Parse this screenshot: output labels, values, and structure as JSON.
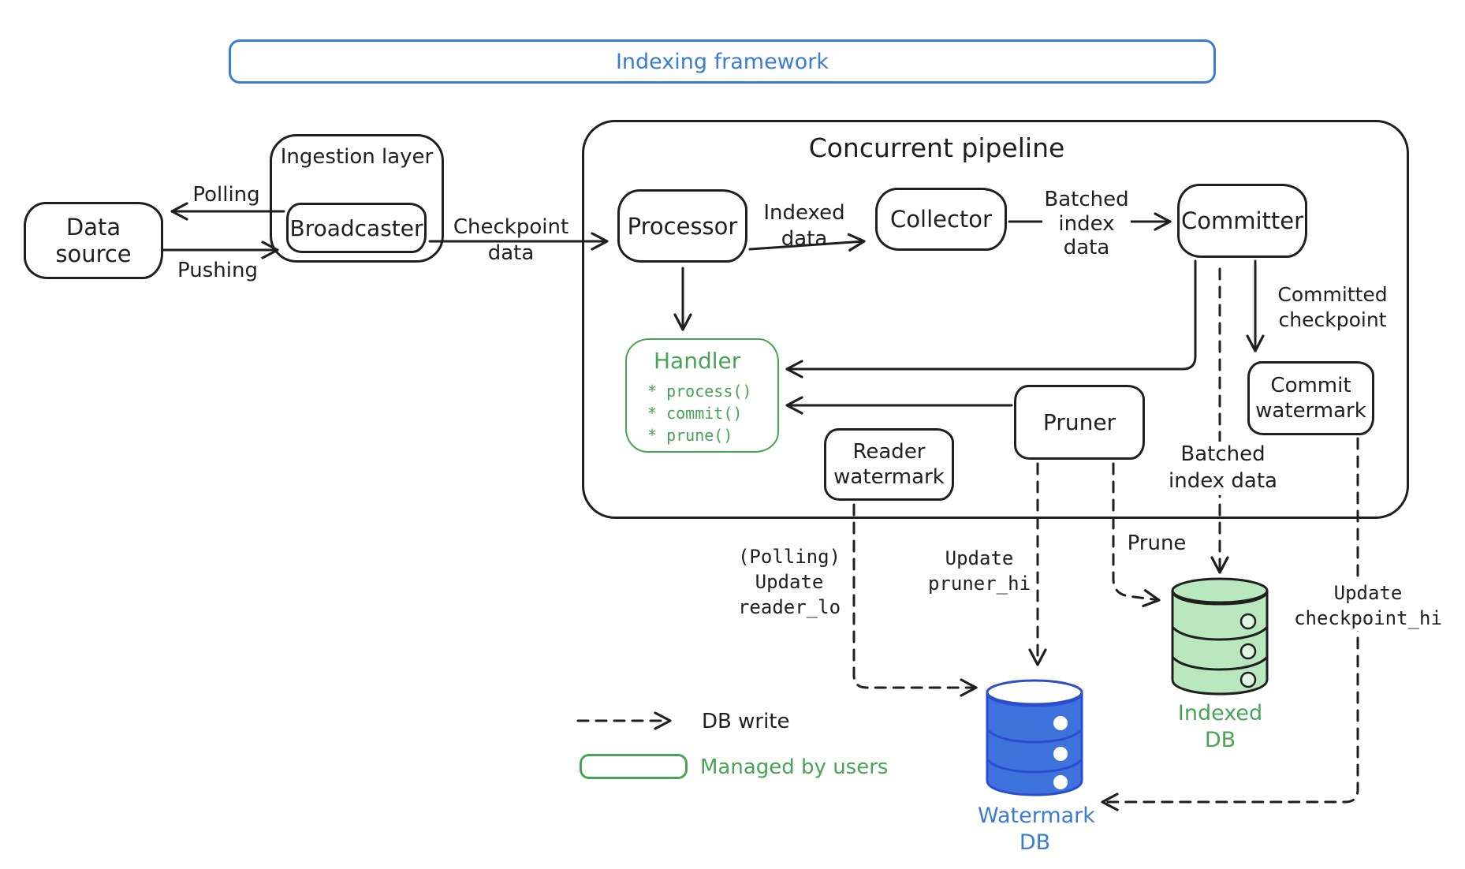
{
  "banner": {
    "label": "Indexing framework"
  },
  "containers": {
    "ingestion_layer": "Ingestion layer",
    "concurrent_pipeline": "Concurrent pipeline"
  },
  "nodes": {
    "data_source": "Data source",
    "broadcaster": "Broadcaster",
    "processor": "Processor",
    "collector": "Collector",
    "committer": "Committer",
    "handler_title": "Handler",
    "handler_items": [
      "* process()",
      "* commit()",
      "* prune()"
    ],
    "reader_watermark": "Reader\nwatermark",
    "pruner": "Pruner",
    "commit_watermark": "Commit\nwatermark"
  },
  "edge_labels": {
    "polling": "Polling",
    "pushing": "Pushing",
    "checkpoint_data": "Checkpoint\ndata",
    "indexed_data": "Indexed\ndata",
    "batched_index_data_top": "Batched\nindex\ndata",
    "committed_checkpoint": "Committed\ncheckpoint",
    "batched_index_data_bottom": "Batched\nindex data",
    "prune": "Prune",
    "polling_update_reader_lo": "(Polling)\nUpdate\nreader_lo",
    "update_pruner_hi": "Update\npruner_hi",
    "update_checkpoint_hi": "Update\ncheckpoint_hi"
  },
  "databases": {
    "watermark_db": "Watermark\nDB",
    "indexed_db": "Indexed\nDB"
  },
  "legend": {
    "db_write": "DB write",
    "managed_by_users": "Managed by users"
  },
  "colors": {
    "ink": "#1f1f1f",
    "accent_blue": "#3a7bd5",
    "accent_green": "#47a355",
    "watermark_db_fill": "#3e72dc",
    "watermark_db_stroke": "#2b4ecf",
    "indexed_db_fill": "#b9e7be"
  }
}
